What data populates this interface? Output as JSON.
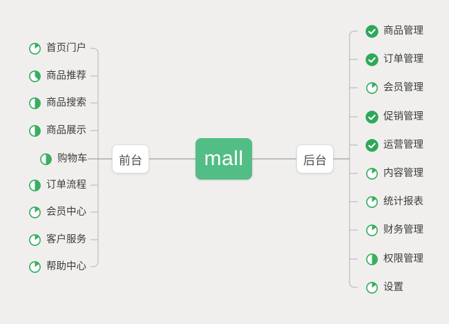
{
  "root": {
    "label": "mall"
  },
  "branches": [
    {
      "label": "前台",
      "side": "left",
      "children": [
        {
          "name": "home-portal",
          "label": "首页门户",
          "progress": "1/8"
        },
        {
          "name": "product-recommend",
          "label": "商品推荐",
          "progress": "3/8"
        },
        {
          "name": "product-search",
          "label": "商品搜索",
          "progress": "1/2"
        },
        {
          "name": "product-display",
          "label": "商品展示",
          "progress": "1/2"
        },
        {
          "name": "shopping-cart",
          "label": "购物车",
          "progress": "1/2"
        },
        {
          "name": "order-flow",
          "label": "订单流程",
          "progress": "1/2"
        },
        {
          "name": "member-center",
          "label": "会员中心",
          "progress": "1/8"
        },
        {
          "name": "customer-service",
          "label": "客户服务",
          "progress": "1/8"
        },
        {
          "name": "help-center",
          "label": "帮助中心",
          "progress": "1/8"
        }
      ]
    },
    {
      "label": "后台",
      "side": "right",
      "children": [
        {
          "name": "product-mgmt",
          "label": "商品管理",
          "progress": "done"
        },
        {
          "name": "order-mgmt",
          "label": "订单管理",
          "progress": "done"
        },
        {
          "name": "member-mgmt",
          "label": "会员管理",
          "progress": "1/8"
        },
        {
          "name": "promotion-mgmt",
          "label": "促销管理",
          "progress": "done"
        },
        {
          "name": "operation-mgmt",
          "label": "运营管理",
          "progress": "done"
        },
        {
          "name": "content-mgmt",
          "label": "内容管理",
          "progress": "1/8"
        },
        {
          "name": "statistics-report",
          "label": "统计报表",
          "progress": "1/8"
        },
        {
          "name": "finance-mgmt",
          "label": "财务管理",
          "progress": "1/8"
        },
        {
          "name": "permission-mgmt",
          "label": "权限管理",
          "progress": "1/2"
        },
        {
          "name": "settings",
          "label": "设置",
          "progress": "1/8"
        }
      ]
    }
  ],
  "colors": {
    "background": "#f0efee",
    "root_node_green": "#52bd85",
    "progress_icon_green": "#3aaf60",
    "done_icon_green": "#2ea85a",
    "bracket_line": "#bdbdbd",
    "main_line": "#9e9e9e"
  }
}
